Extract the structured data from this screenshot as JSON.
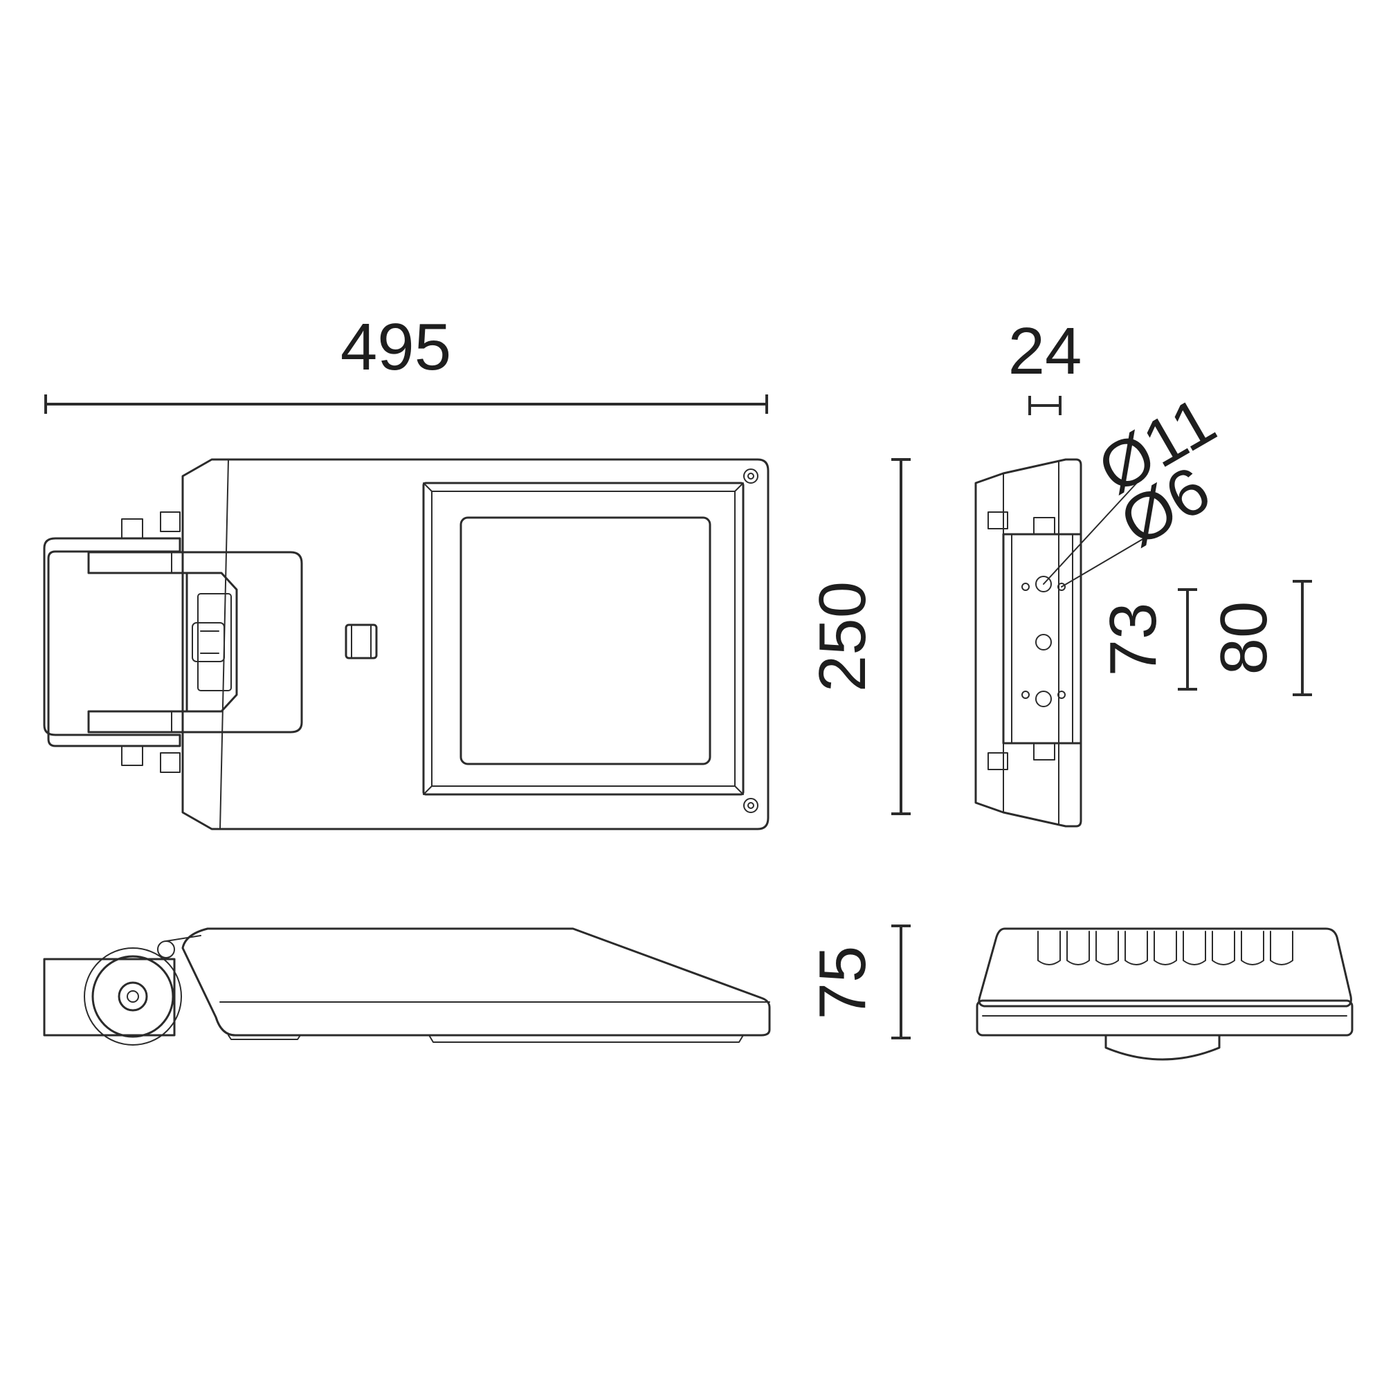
{
  "dimensions": {
    "overall_length": "495",
    "bracket_thickness": "24",
    "overall_width": "250",
    "height": "75",
    "hole_large": "Ø11",
    "hole_small": "Ø6",
    "hole_spacing_inner": "73",
    "hole_spacing_outer": "80"
  },
  "colors": {
    "line": "#2b2b2b",
    "text": "#1e1e1e",
    "background": "#ffffff"
  }
}
